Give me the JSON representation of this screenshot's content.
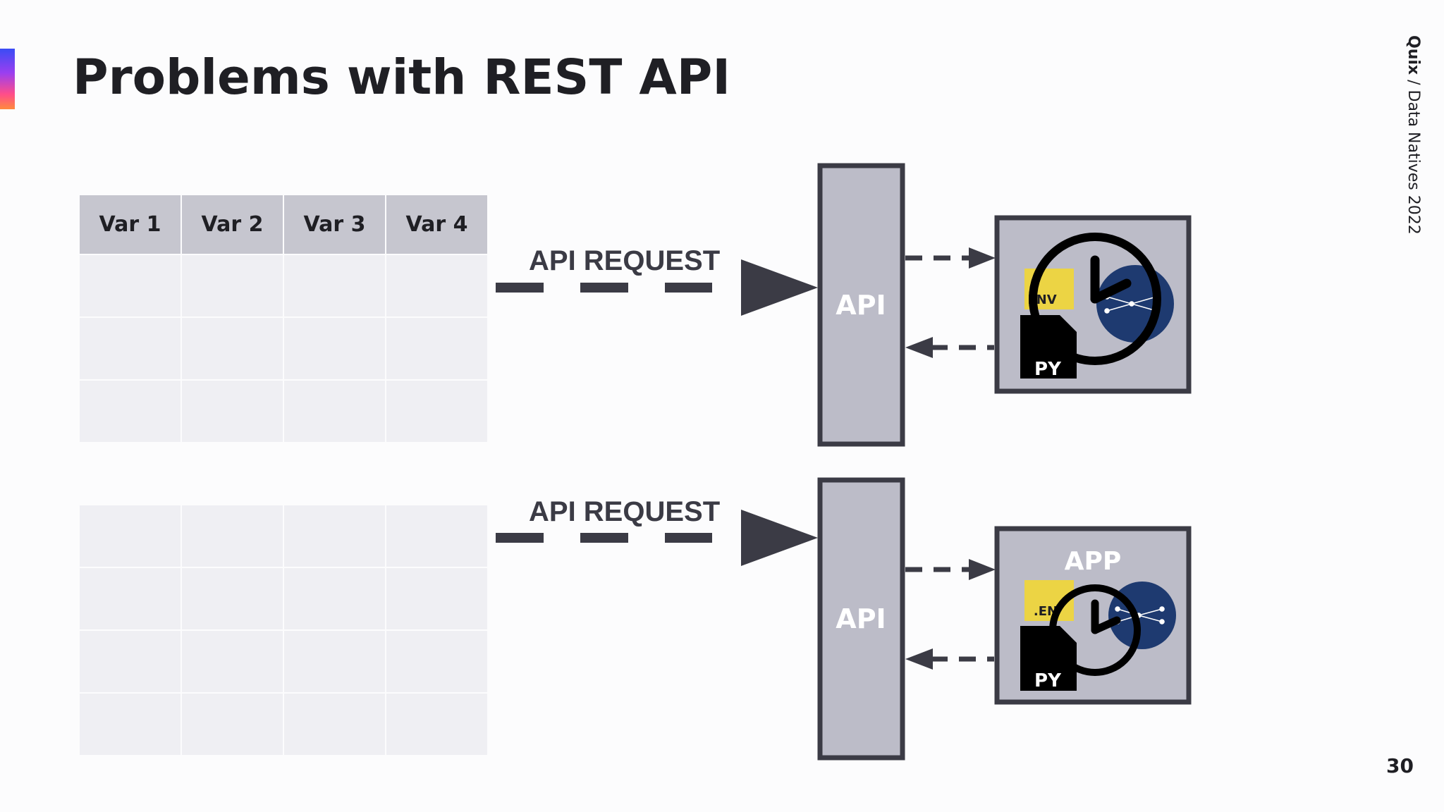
{
  "slide": {
    "title": "Problems with REST API",
    "side_label_brand": "Quix",
    "side_label_rest": " / Data Natives 2022",
    "page_number": "30"
  },
  "table_top": {
    "headers": [
      "Var 1",
      "Var 2",
      "Var 3",
      "Var 4"
    ]
  },
  "flow_top": {
    "request_label": "API REQUEST",
    "api_label": "API",
    "env_label": "ENV",
    "py_label": "PY"
  },
  "flow_bottom": {
    "request_label": "API REQUEST",
    "api_label": "API",
    "app_label": "APP",
    "env_label": ".EN",
    "py_label": "PY"
  },
  "colors": {
    "dark": "#3b3b45",
    "box_fill": "#bcbcc8",
    "env_yellow": "#ecd444",
    "ml_blue": "#1e3a70"
  }
}
